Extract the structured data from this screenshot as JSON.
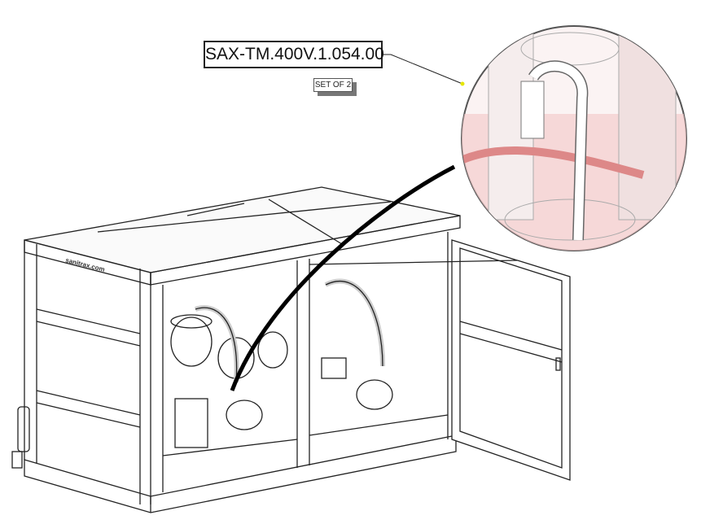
{
  "callout": {
    "part_number": "SAX-TM.400V.1.054.00",
    "quantity": "SET OF 2"
  },
  "unit": {
    "brand_text": "sanitrax.com"
  },
  "colors": {
    "line": "#222222",
    "highlight": "#e8a0a0",
    "leader_dot": "#e6e600"
  }
}
